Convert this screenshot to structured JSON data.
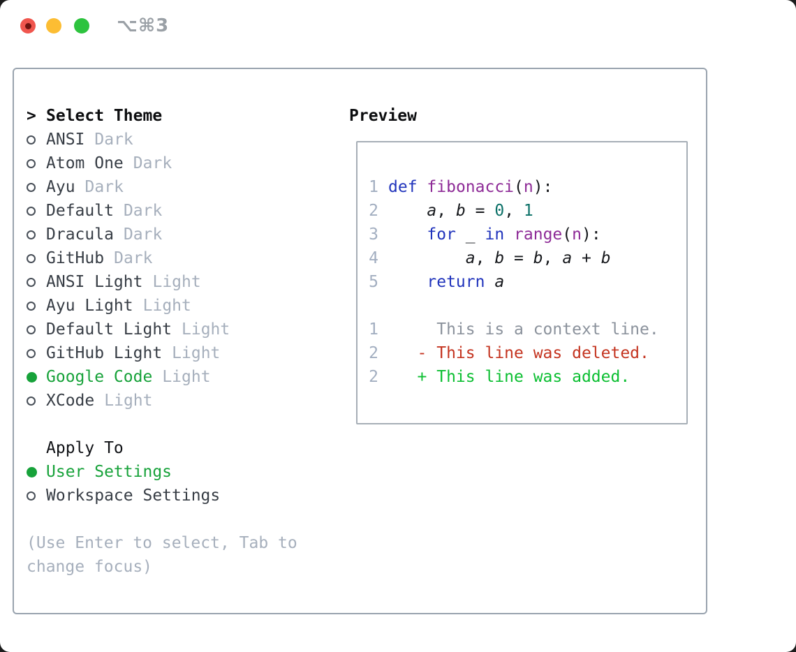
{
  "window": {
    "shortcut_label": "⌥⌘3"
  },
  "colors": {
    "kw": "#2134bc",
    "fn": "#8e2b97",
    "numlit": "#0c7168",
    "ink": "#16181c",
    "ln": "#a2aec0",
    "ctx": "#8b929c",
    "del": "#c43420",
    "add": "#0cbf32",
    "sel": "#17a23a",
    "item": "#373d45",
    "tag": "#a6afbc",
    "panel_border": "#99a3ae",
    "box_border": "#a6aeb6",
    "tl_red": "#f0564e",
    "tl_red_dot": "#701410",
    "tl_yellow": "#fcbd33",
    "tl_green": "#2dc33e",
    "shortcut": "#9aa0a6"
  },
  "theme_panel": {
    "header_prefix": ">",
    "header": "Select Theme",
    "themes": [
      {
        "name": "ANSI",
        "tag": "Dark",
        "selected": false
      },
      {
        "name": "Atom One",
        "tag": "Dark",
        "selected": false
      },
      {
        "name": "Ayu",
        "tag": "Dark",
        "selected": false
      },
      {
        "name": "Default",
        "tag": "Dark",
        "selected": false
      },
      {
        "name": "Dracula",
        "tag": "Dark",
        "selected": false
      },
      {
        "name": "GitHub",
        "tag": "Dark",
        "selected": false
      },
      {
        "name": "ANSI Light",
        "tag": "Light",
        "selected": false
      },
      {
        "name": "Ayu Light",
        "tag": "Light",
        "selected": false
      },
      {
        "name": "Default Light",
        "tag": "Light",
        "selected": false
      },
      {
        "name": "GitHub Light",
        "tag": "Light",
        "selected": false
      },
      {
        "name": "Google Code",
        "tag": "Light",
        "selected": true
      },
      {
        "name": "XCode",
        "tag": "Light",
        "selected": false
      }
    ],
    "apply_to_label": "Apply To",
    "apply_options": [
      {
        "name": "User Settings",
        "selected": true
      },
      {
        "name": "Workspace Settings",
        "selected": false
      }
    ],
    "hint_lines": [
      "(Use Enter to select, Tab to",
      "change focus)"
    ]
  },
  "preview": {
    "label": "Preview",
    "lines": [
      {
        "num": "1",
        "tokens": [
          [
            "def",
            "kw"
          ],
          [
            " ",
            "pl"
          ],
          [
            "fibonacci",
            "fn"
          ],
          [
            "(",
            "pl"
          ],
          [
            "n",
            "fn"
          ],
          [
            "):",
            "pl"
          ]
        ]
      },
      {
        "num": "2",
        "tokens": [
          [
            "    ",
            "pl"
          ],
          [
            "a",
            "var"
          ],
          [
            ", ",
            "pl"
          ],
          [
            "b",
            "var"
          ],
          [
            " = ",
            "pl"
          ],
          [
            "0",
            "num"
          ],
          [
            ", ",
            "pl"
          ],
          [
            "1",
            "num"
          ]
        ]
      },
      {
        "num": "3",
        "tokens": [
          [
            "    ",
            "pl"
          ],
          [
            "for",
            "kw"
          ],
          [
            " _ ",
            "pl"
          ],
          [
            "in",
            "kw"
          ],
          [
            " ",
            "pl"
          ],
          [
            "range",
            "fn"
          ],
          [
            "(",
            "pl"
          ],
          [
            "n",
            "fn"
          ],
          [
            "):",
            "pl"
          ]
        ]
      },
      {
        "num": "4",
        "tokens": [
          [
            "        ",
            "pl"
          ],
          [
            "a",
            "var"
          ],
          [
            ", ",
            "pl"
          ],
          [
            "b",
            "var"
          ],
          [
            " = ",
            "pl"
          ],
          [
            "b",
            "var"
          ],
          [
            ", ",
            "pl"
          ],
          [
            "a",
            "var"
          ],
          [
            " + ",
            "pl"
          ],
          [
            "b",
            "var"
          ]
        ]
      },
      {
        "num": "5",
        "tokens": [
          [
            "    ",
            "pl"
          ],
          [
            "return",
            "kw"
          ],
          [
            " ",
            "pl"
          ],
          [
            "a",
            "var"
          ]
        ]
      },
      {
        "num": "",
        "tokens": []
      },
      {
        "num": "1",
        "tokens": [
          [
            "     This is a context line.",
            "ctx"
          ]
        ]
      },
      {
        "num": "2",
        "tokens": [
          [
            "   - This line was deleted.",
            "del"
          ]
        ]
      },
      {
        "num": "2",
        "tokens": [
          [
            "   + This line was added.",
            "add"
          ]
        ]
      }
    ]
  }
}
